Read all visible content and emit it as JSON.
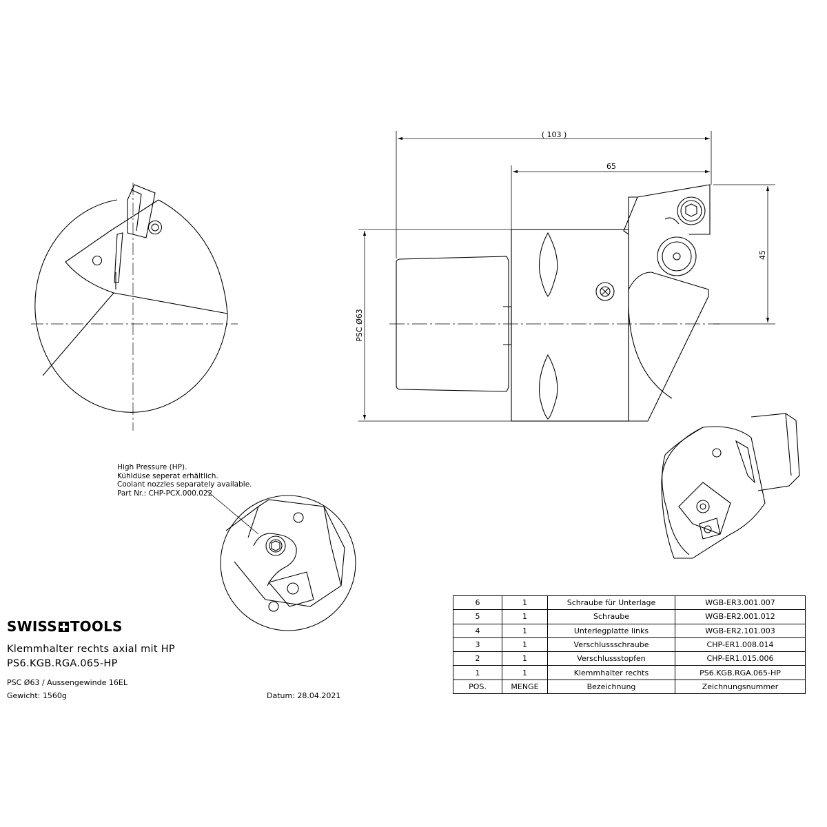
{
  "dimensions": {
    "overall_length": "( 103 )",
    "head_length": "65",
    "height": "45",
    "diameter": "PSC Ø63"
  },
  "note": {
    "lines": [
      "High Pressure (HP).",
      "Kühldüse seperat erhältlich.",
      "Coolant nozzles separately available.",
      "Part Nr.: CHP-PCX.000.022"
    ]
  },
  "brand": {
    "left": "SWISS",
    "right": "TOOLS"
  },
  "title": {
    "line1": "Klemmhalter rechts axial mit HP",
    "line2": "PS6.KGB.RGA.065-HP"
  },
  "meta": {
    "spec": "PSC Ø63 / Aussengewinde 16EL",
    "weight": "Gewicht: 1560g",
    "date": "Datum: 28.04.2021"
  },
  "parts_table": {
    "rows": [
      [
        "6",
        "1",
        "Schraube für Unterlage",
        "WGB-ER3.001.007"
      ],
      [
        "5",
        "1",
        "Schraube",
        "WGB-ER2.001.012"
      ],
      [
        "4",
        "1",
        "Unterlegplatte links",
        "WGB-ER2.101.003"
      ],
      [
        "3",
        "1",
        "Verschlussschraube",
        "CHP-ER1.008.014"
      ],
      [
        "2",
        "1",
        "Verschlussstopfen",
        "CHP-ER1.015.006"
      ],
      [
        "1",
        "1",
        "Klemmhalter rechts",
        "PS6.KGB.RGA.065-HP"
      ]
    ],
    "header": [
      "POS.",
      "MENGE",
      "Bezeichnung",
      "Zeichnungsnummer"
    ]
  }
}
